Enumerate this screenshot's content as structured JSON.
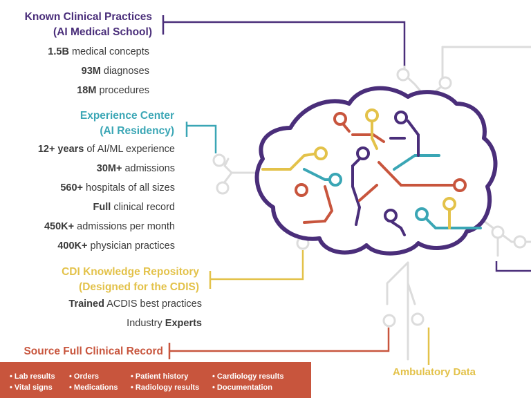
{
  "colors": {
    "purple": "#4a2e7a",
    "teal": "#3aa6b5",
    "gold": "#e3c24a",
    "orange": "#c8553d",
    "grey": "#d9d9d9",
    "text": "#3a3a3a"
  },
  "known": {
    "title_line1": "Known Clinical Practices",
    "title_line2": "(AI Medical School)",
    "items": [
      {
        "value": "1.5B",
        "label": " medical concepts"
      },
      {
        "value": "93M",
        "label": " diagnoses"
      },
      {
        "value": "18M",
        "label": " procedures"
      }
    ]
  },
  "experience": {
    "title_line1": "Experience Center",
    "title_line2": "(AI Residency)",
    "items": [
      {
        "value": "12+ years",
        "label": " of AI/ML experience"
      },
      {
        "value": "30M+",
        "label": " admissions"
      },
      {
        "value": "560+",
        "label": " hospitals of all sizes"
      },
      {
        "value": "Full",
        "label": " clinical record"
      },
      {
        "value": "450K+",
        "label": " admissions per month"
      },
      {
        "value": "400K+",
        "label": " physician practices"
      }
    ]
  },
  "cdi": {
    "title_line1": "CDI Knowledge Repository",
    "title_line2": "(Designed for the CDIS)",
    "items": [
      {
        "value": "Trained",
        "label": " ACDIS best practices"
      },
      {
        "value": "Industry",
        "label": " Experts"
      }
    ]
  },
  "source": {
    "title": "Source Full Clinical Record",
    "bullets": [
      "• Lab results",
      "• Vital signs",
      "• Orders",
      "• Medications",
      "• Patient history",
      "• Radiology results",
      "• Cardiology results",
      "• Documentation"
    ]
  },
  "ambulatory": {
    "title": "Ambulatory Data"
  }
}
